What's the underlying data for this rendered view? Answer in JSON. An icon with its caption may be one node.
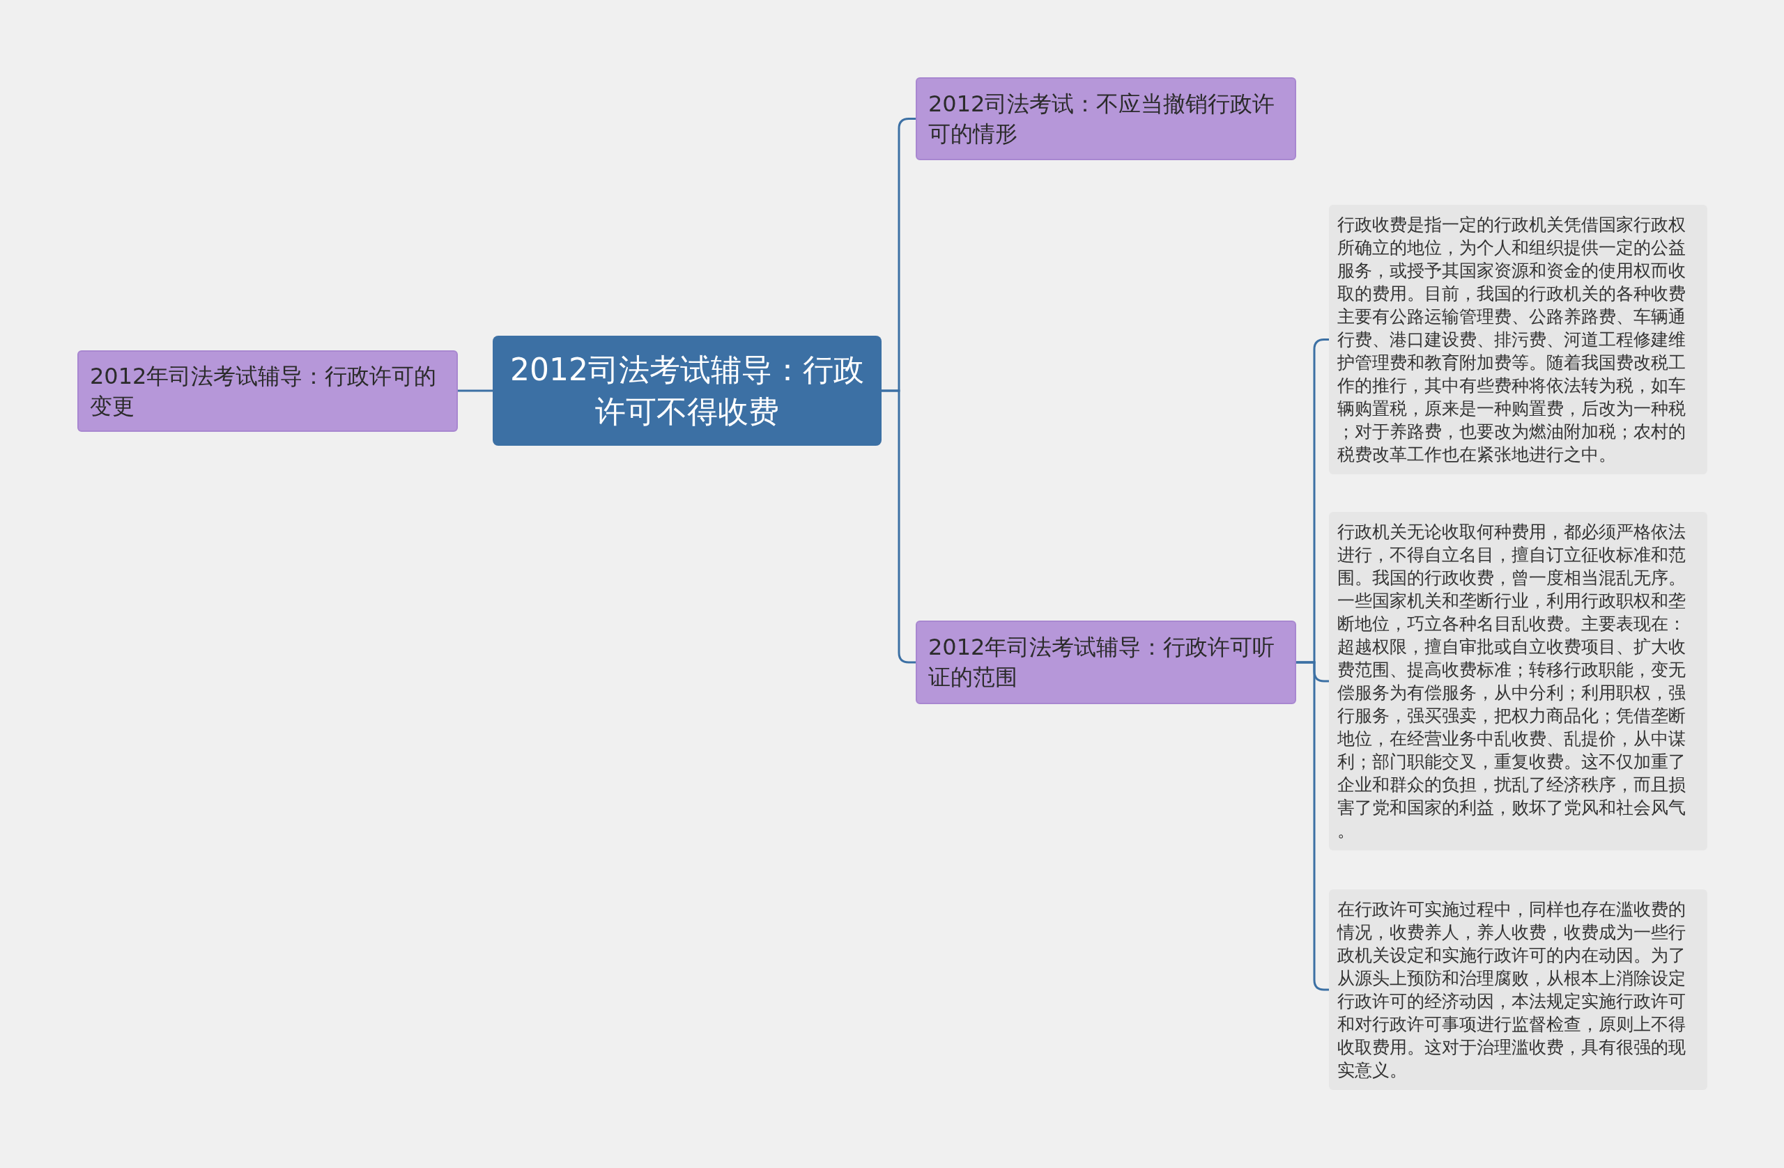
{
  "diagram": {
    "nodes": [
      {
        "text": [
          "2012司法考试辅导：行政许可不得收费"
        ]
      },
      {
        "text": [
          "2012年司法考试辅导：行政许可的变更"
        ]
      },
      {
        "text": [
          "2012司法考试：不应当撤销行政许可的情形"
        ]
      },
      {
        "text": [
          "2012年司法考试辅导：行政许可听证的范围"
        ]
      },
      {
        "text": [
          "行政收费是指一定的行政机关凭借国家行政权所确立的地位，为个人和组织提供一定的公益服务，或授予其国家资源和资金的使用权而收取的费用。目前，我国的行政机关的各种收费主要有公路运输管理费、公路养路费、车辆通行费、港口建设费、排污费、河道工程修建维护管理费和教育附加费等。随着我国费改税工作的推行，其中有些费种将依法转为税，如车辆购置税，原来是一种购置费，后改为一种税；对于养路费，也要改为燃油附加税；农村的税费改革工作也在紧张地进行之中。"
        ]
      },
      {
        "text": [
          "行政机关无论收取何种费用，都必须严格依法进行，不得自立名目，擅自订立征收标准和范围。我国的行政收费，曾一度相当混乱无序。一些国家机关和垄断行业，利用行政职权和垄断地位，巧立各种名目乱收费。主要表现在：超越权限，擅自审批或自立收费项目、扩大收费范围、提高收费标准；转移行政职能，变无偿服务为有偿服务，从中分利；利用职权，强行服务，强买强卖，把权力商品化；凭借垄断地位，在经营业务中乱收费、乱提价，从中谋利；部门职能交叉，重复收费。这不仅加重了企业和群众的负担，扰乱了经济秩序，而且损害了党和国家的利益，败坏了党风和社会风气。"
        ]
      },
      {
        "text": [
          "在行政许可实施过程中，同样也存在滥收费的情况，收费养人，养人收费，收费成为一些行政机关设定和实施行政许可的内在动因。为了从源头上预防和治理腐败，从根本上消除设定行政许可的经济动因，本法规定实施行政许可和对行政许可事项进行监督检查，原则上不得收取费用。这对于治理滥收费，具有很强的现实意义。"
        ]
      }
    ],
    "edges": [
      {
        "from": 0,
        "to": 1,
        "arrow": "none"
      },
      {
        "from": 0,
        "to": 2,
        "arrow": "none"
      },
      {
        "from": 0,
        "to": 3,
        "arrow": "none"
      },
      {
        "from": 3,
        "to": 4,
        "arrow": "none"
      },
      {
        "from": 3,
        "to": 5,
        "arrow": "none"
      },
      {
        "from": 3,
        "to": 6,
        "arrow": "none"
      }
    ]
  }
}
